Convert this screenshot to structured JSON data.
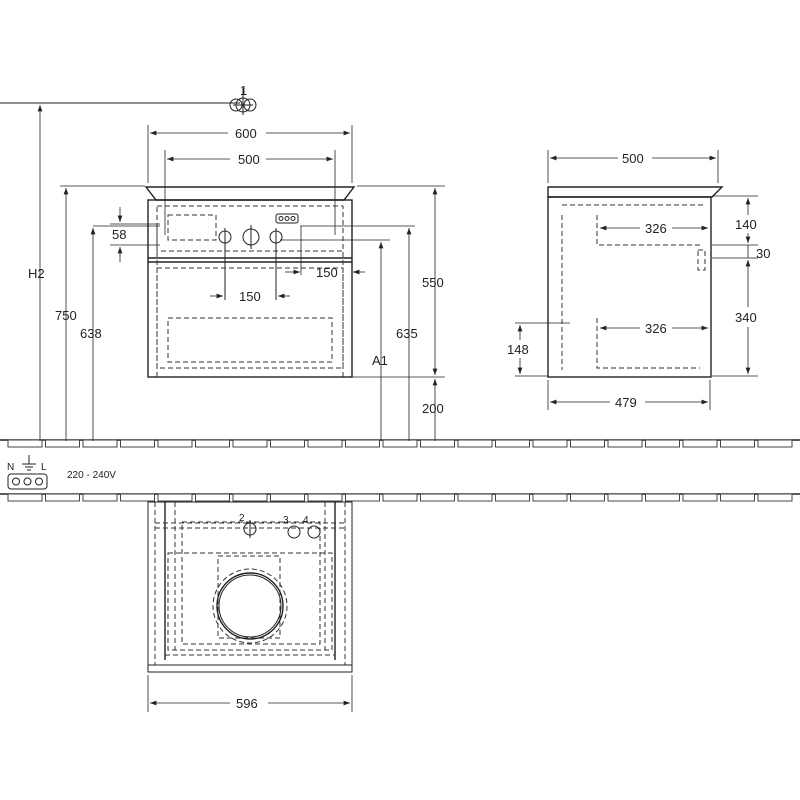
{
  "front_view": {
    "callout_1": "1",
    "width_600": "600",
    "width_500": "500",
    "h2": "H2",
    "height_750": "750",
    "height_638": "638",
    "offset_58": "58",
    "spacing_150_right": "150",
    "spacing_150_bottom": "150",
    "height_550": "550",
    "a1": "A1",
    "height_635": "635",
    "height_200": "200"
  },
  "side_view": {
    "depth_500": "500",
    "inner_326_top": "326",
    "inner_326_bottom": "326",
    "height_140": "140",
    "height_30": "30",
    "height_340": "340",
    "height_148": "148",
    "depth_479": "479"
  },
  "electrical": {
    "n": "N",
    "l": "L",
    "voltage": "220 - 240V"
  },
  "top_view": {
    "callout_2": "2",
    "callout_3": "3",
    "callout_4": "4",
    "width_596": "596"
  }
}
